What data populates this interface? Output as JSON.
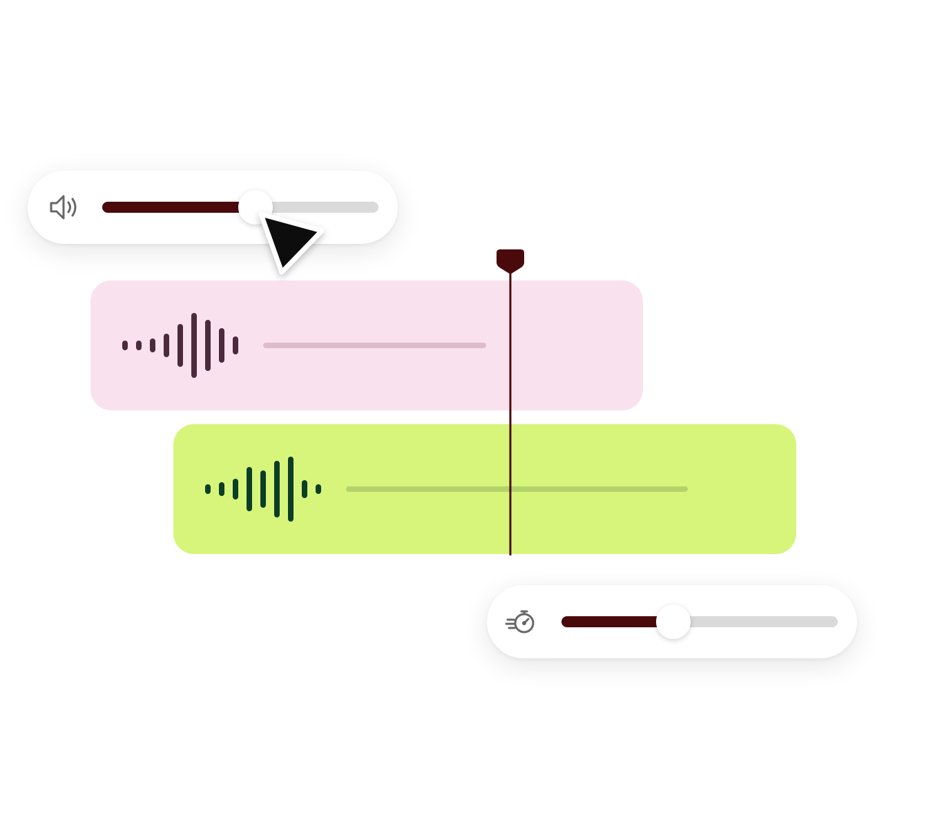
{
  "colors": {
    "accent_dark": "#4a0a0c",
    "track_inactive": "#dadada",
    "track1_bg": "#f9e2ee",
    "track1_wave": "#4b2a3c",
    "track1_line": "#dcbccb",
    "track2_bg": "#d7f57a",
    "track2_wave": "#0b3d27",
    "track2_line": "#b3d36a"
  },
  "volume_control": {
    "icon": "speaker-icon",
    "level_fraction": 0.555
  },
  "speed_control": {
    "icon": "speedometer-icon",
    "level_fraction": 0.405
  },
  "tracks": [
    {
      "name": "track-1",
      "waveform_levels": [
        0.14,
        0.14,
        0.2,
        0.34,
        0.62,
        0.94,
        0.74,
        0.5,
        0.26
      ]
    },
    {
      "name": "track-2",
      "waveform_levels": [
        0.14,
        0.2,
        0.3,
        0.64,
        0.54,
        0.82,
        0.94,
        0.26,
        0.14
      ]
    }
  ],
  "playhead": {
    "icon": "playhead-marker-icon"
  },
  "cursor": {
    "icon": "pointer-arrow-icon"
  }
}
